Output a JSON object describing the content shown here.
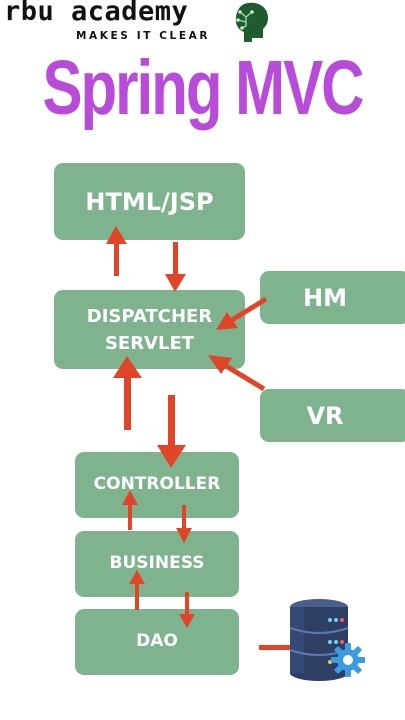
{
  "logo": {
    "name": "rbu academy",
    "tagline": "MAKES IT CLEAR"
  },
  "title": "Spring MVC",
  "boxes": {
    "html_jsp": "HTML/JSP",
    "dispatcher_servlet": "DISPATCHER\nSERVLET",
    "hm": "HM",
    "vr": "VR",
    "controller": "CONTROLLER",
    "business": "BUSINESS",
    "dao": "DAO"
  },
  "colors": {
    "box_fill": "#7fb38e",
    "box_text": "#ffffff",
    "arrow": "#e04528",
    "title": "#b84cd8",
    "database": "#2e3f66",
    "gear": "#3a9be0"
  },
  "icons": {
    "logo_mark": "tree-circuit-head-icon",
    "database": "database-server-gear-icon"
  }
}
